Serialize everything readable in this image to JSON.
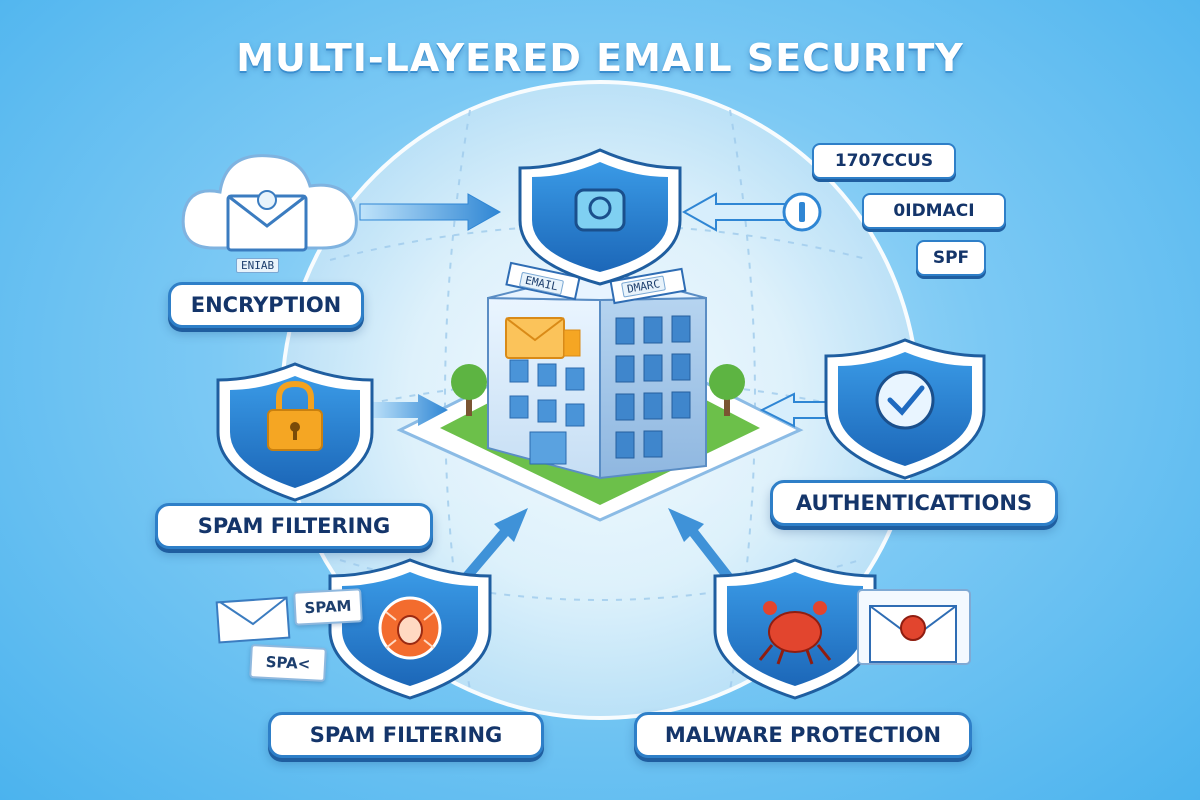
{
  "title": "MULTI-LAYERED EMAIL SECURITY",
  "labels": {
    "encryption": "ENCRYPTION",
    "spam_filtering_left": "SPAM FILTERING",
    "authentication": "AUTHENTICATTIONS",
    "spam_filtering_bottom": "SPAM FILTERING",
    "malware_protection": "MALWARE PROTECTION"
  },
  "protocols": [
    "1707CCUS",
    "0IDMACI",
    "SPF"
  ],
  "building_signs": [
    "EMAIL",
    "DMARC"
  ],
  "cloud_caption": "ENIAB",
  "spam_notes": [
    "SPAM",
    "SPA<"
  ],
  "side_note": "",
  "icons": {
    "cloud": "cloud-icon",
    "envelope": "envelope-icon",
    "top_shield": "mail-shield-icon",
    "lock": "padlock-icon",
    "check": "checkmark-shield-icon",
    "bug": "virus-bug-icon",
    "crab": "malware-crab-icon",
    "key": "key-icon",
    "building": "mail-server-building-icon"
  },
  "colors": {
    "background": "#4bb3ee",
    "shield_outer": "#ffffff",
    "shield_inner": "#2d86d6",
    "shield_border": "#1f5ea0",
    "accent_orange": "#f5a623",
    "malware_red": "#e2452e",
    "grass": "#6cc04a",
    "text_dark": "#14356a"
  }
}
